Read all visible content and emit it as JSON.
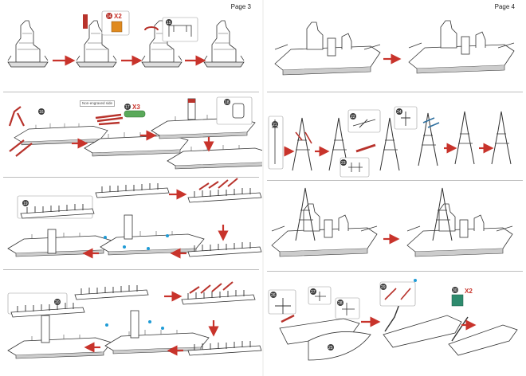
{
  "pages": [
    {
      "label": "Page 3"
    },
    {
      "label": "Page 4"
    }
  ],
  "notes": {
    "non_engraved": "Non-engraved side"
  },
  "part_numbers": [
    "14",
    "15",
    "16",
    "17",
    "18",
    "19",
    "20",
    "21",
    "22",
    "23",
    "24",
    "25",
    "26",
    "27",
    "28",
    "29",
    "30"
  ],
  "quantities": {
    "q14": "X2",
    "q17": "X3",
    "q30": "X2"
  },
  "colors": {
    "arrow": "#c8332b",
    "part_red": "#b8332c",
    "part_orange": "#e08a1e",
    "part_green": "#5aa95a",
    "part_teal": "#2e8b6e",
    "badge": "#3d3d3d"
  }
}
